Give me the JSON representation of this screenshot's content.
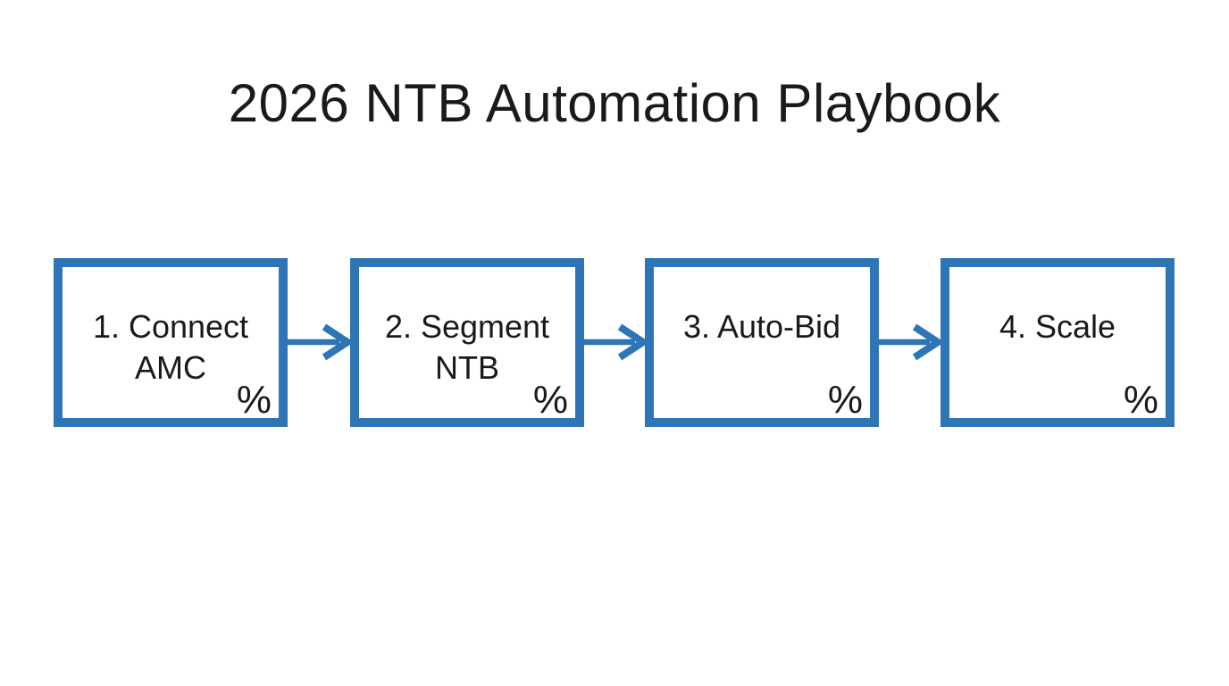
{
  "slide": {
    "title": "2026 NTB Automation Playbook"
  },
  "colors": {
    "accent_blue": "#2E75B6",
    "text_black": "#1A1A1A",
    "background": "#FFFFFF"
  },
  "flow": {
    "connector_icon": "right-arrow",
    "steps": [
      {
        "line1": "1. Connect",
        "line2": "AMC",
        "percent": "%"
      },
      {
        "line1": "2. Segment",
        "line2": "NTB",
        "percent": "%"
      },
      {
        "line1": "3. Auto-Bid",
        "line2": "",
        "percent": "%"
      },
      {
        "line1": "4. Scale",
        "line2": "",
        "percent": "%"
      }
    ]
  }
}
